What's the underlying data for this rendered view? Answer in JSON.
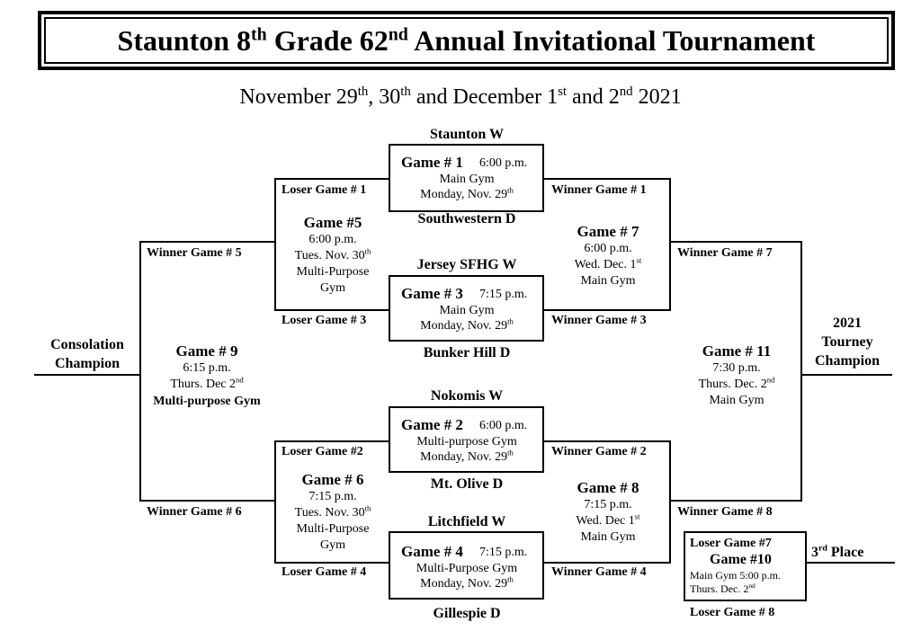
{
  "title": {
    "part1": "Staunton 8",
    "sup1": "th",
    "part2": " Grade   62",
    "sup2": "nd",
    "part3": " Annual Invitational Tournament"
  },
  "subtitle": {
    "a": "November 29",
    "a_sup": "th",
    "b": ", 30",
    "b_sup": "th",
    "c": " and December 1",
    "c_sup": "st",
    "d": " and 2",
    "d_sup": "nd",
    "e": " 2021"
  },
  "teams": {
    "g1_top": "Staunton W",
    "g1_bottom": "Southwestern D",
    "g3_top": "Jersey SFHG W",
    "g3_bottom": "Bunker Hill D",
    "g2_top": "Nokomis W",
    "g2_bottom": "Mt. Olive D",
    "g4_top": "Litchfield W",
    "g4_bottom": "Gillespie D"
  },
  "games": {
    "g1": {
      "title": "Game # 1",
      "time": "6:00 p.m.",
      "place": "Main Gym",
      "date": "Monday, Nov. 29",
      "date_sup": "th"
    },
    "g3": {
      "title": "Game # 3",
      "time": "7:15 p.m.",
      "place": "Main Gym",
      "date": "Monday, Nov. 29",
      "date_sup": "th"
    },
    "g2": {
      "title": "Game # 2",
      "time": "6:00 p.m.",
      "place": "Multi-purpose Gym",
      "date": "Monday, Nov. 29",
      "date_sup": "th"
    },
    "g4": {
      "title": "Game # 4",
      "time": "7:15 p.m.",
      "place": "Multi-Purpose Gym",
      "date": "Monday, Nov. 29",
      "date_sup": "th"
    },
    "g5": {
      "title": "Game #5",
      "time": "6:00 p.m.",
      "date": "Tues. Nov. 30",
      "date_sup": "th",
      "place1": "Multi-Purpose",
      "place2": "Gym"
    },
    "g6": {
      "title": "Game # 6",
      "time": "7:15 p.m.",
      "date": "Tues. Nov. 30",
      "date_sup": "th",
      "place1": "Multi-Purpose",
      "place2": "Gym"
    },
    "g7": {
      "title": "Game # 7",
      "time": "6:00 p.m.",
      "date": "Wed. Dec. 1",
      "date_sup": "st",
      "place": "Main Gym"
    },
    "g8": {
      "title": "Game # 8",
      "time": "7:15 p.m.",
      "date": "Wed. Dec 1",
      "date_sup": "st",
      "place": "Main Gym"
    },
    "g9": {
      "title": "Game # 9",
      "time": "6:15 p.m.",
      "date": "Thurs.  Dec 2",
      "date_sup": "nd",
      "place": "Multi-purpose Gym"
    },
    "g11": {
      "title": "Game # 11",
      "time": "7:30 p.m.",
      "date": "Thurs.  Dec. 2",
      "date_sup": "nd",
      "place": "Main Gym"
    },
    "g10": {
      "title": "Game #10",
      "line1": "Main Gym 5:00 p.m.",
      "line2": "Thurs.    Dec. 2",
      "line2_sup": "nd"
    }
  },
  "labels": {
    "loser_g1": "Loser Game # 1",
    "loser_g3": "Loser Game # 3",
    "loser_g2": "Loser Game #2",
    "loser_g4": "Loser Game # 4",
    "winner_g1": "Winner Game # 1",
    "winner_g3": "Winner Game # 3",
    "winner_g2": "Winner Game # 2",
    "winner_g4": "Winner Game # 4",
    "winner_g5": "Winner Game # 5",
    "winner_g6": "Winner Game # 6",
    "winner_g7": "Winner Game # 7",
    "winner_g8": "Winner Game # 8",
    "loser_g7": "Loser Game #7",
    "loser_g8": "Loser Game # 8"
  },
  "consolation": {
    "line1": "Consolation",
    "line2": "Champion"
  },
  "champion": {
    "line1": "2021",
    "line2": "Tourney",
    "line3": "Champion"
  },
  "third": {
    "text": "3",
    "sup": "rd",
    "rest": " Place"
  }
}
